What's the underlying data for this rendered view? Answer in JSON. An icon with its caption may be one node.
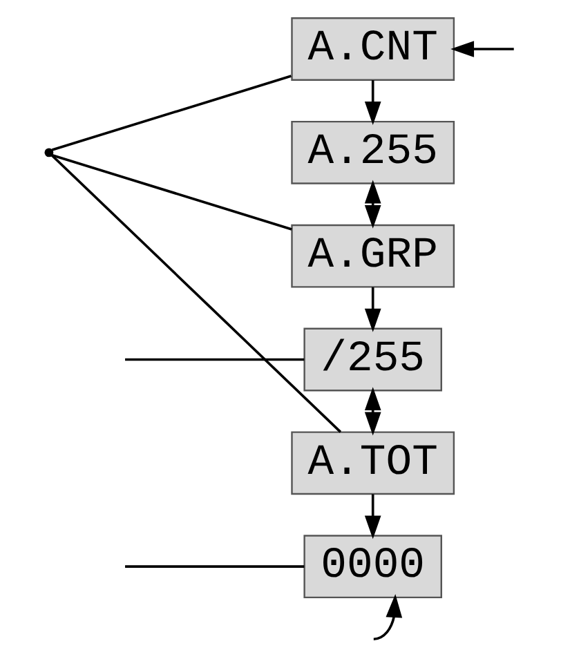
{
  "diagram": {
    "nodes": [
      {
        "text": [
          "A.CNT"
        ]
      },
      {
        "text": [
          "A.255"
        ]
      },
      {
        "text": [
          "A.GRP"
        ]
      },
      {
        "text": [
          "/255"
        ]
      },
      {
        "text": [
          "A.TOT"
        ]
      },
      {
        "text": [
          "0000"
        ]
      },
      {
        "text": [],
        "shape": "point"
      }
    ],
    "edges": [
      {
        "from": null,
        "to": 0,
        "arrow": "to"
      },
      {
        "from": 0,
        "to": 1,
        "arrow": "to"
      },
      {
        "from": 1,
        "to": 2,
        "arrow": "both"
      },
      {
        "from": 2,
        "to": 3,
        "arrow": "to"
      },
      {
        "from": 3,
        "to": 4,
        "arrow": "both"
      },
      {
        "from": 4,
        "to": 5,
        "arrow": "to"
      },
      {
        "from": null,
        "to": 5,
        "arrow": "none"
      },
      {
        "from": 6,
        "to": 0,
        "arrow": "none"
      },
      {
        "from": 6,
        "to": 2,
        "arrow": "none"
      },
      {
        "from": 6,
        "to": 4,
        "arrow": "none"
      },
      {
        "from": null,
        "to": 3,
        "arrow": "none"
      },
      {
        "from": null,
        "to": 5,
        "arrow": "to"
      }
    ]
  }
}
